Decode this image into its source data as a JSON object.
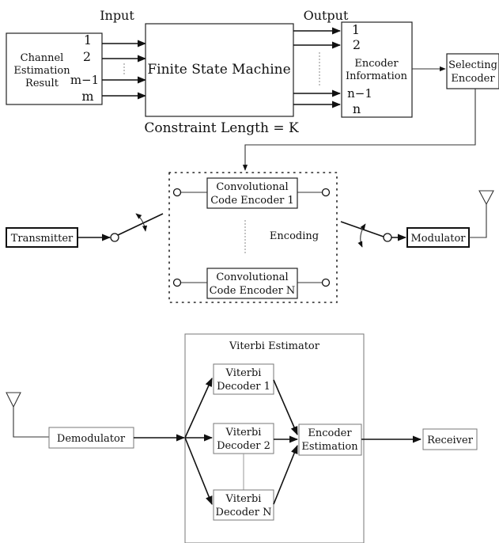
{
  "top": {
    "input_heading": "Input",
    "output_heading": "Output",
    "channel_box": [
      "Channel",
      "Estimation",
      "Result"
    ],
    "input_labels": [
      "1",
      "2",
      "m−1",
      "m"
    ],
    "fsm_label": "Finite State Machine",
    "output_labels": [
      "1",
      "2",
      "n−1",
      "n"
    ],
    "encoder_info": [
      "Encoder",
      "Information"
    ],
    "selecting_encoder": [
      "Selecting",
      "Encoder"
    ],
    "constraint": "Constraint Length = K"
  },
  "middle": {
    "encoder_1": [
      "Convolutional",
      "Code Encoder 1"
    ],
    "encoder_n": [
      "Convolutional",
      "Code Encoder N"
    ],
    "encoding_label": "Encoding",
    "transmitter": "Transmitter",
    "modulator": "Modulator"
  },
  "bottom": {
    "estimator_title": "Viterbi Estimator",
    "demodulator": "Demodulator",
    "decoder_1": [
      "Viterbi",
      "Decoder 1"
    ],
    "decoder_2": [
      "Viterbi",
      "Decoder 2"
    ],
    "decoder_n": [
      "Viterbi",
      "Decoder N"
    ],
    "encoder_estimation": [
      "Encoder",
      "Estimation"
    ],
    "receiver": "Receiver"
  }
}
